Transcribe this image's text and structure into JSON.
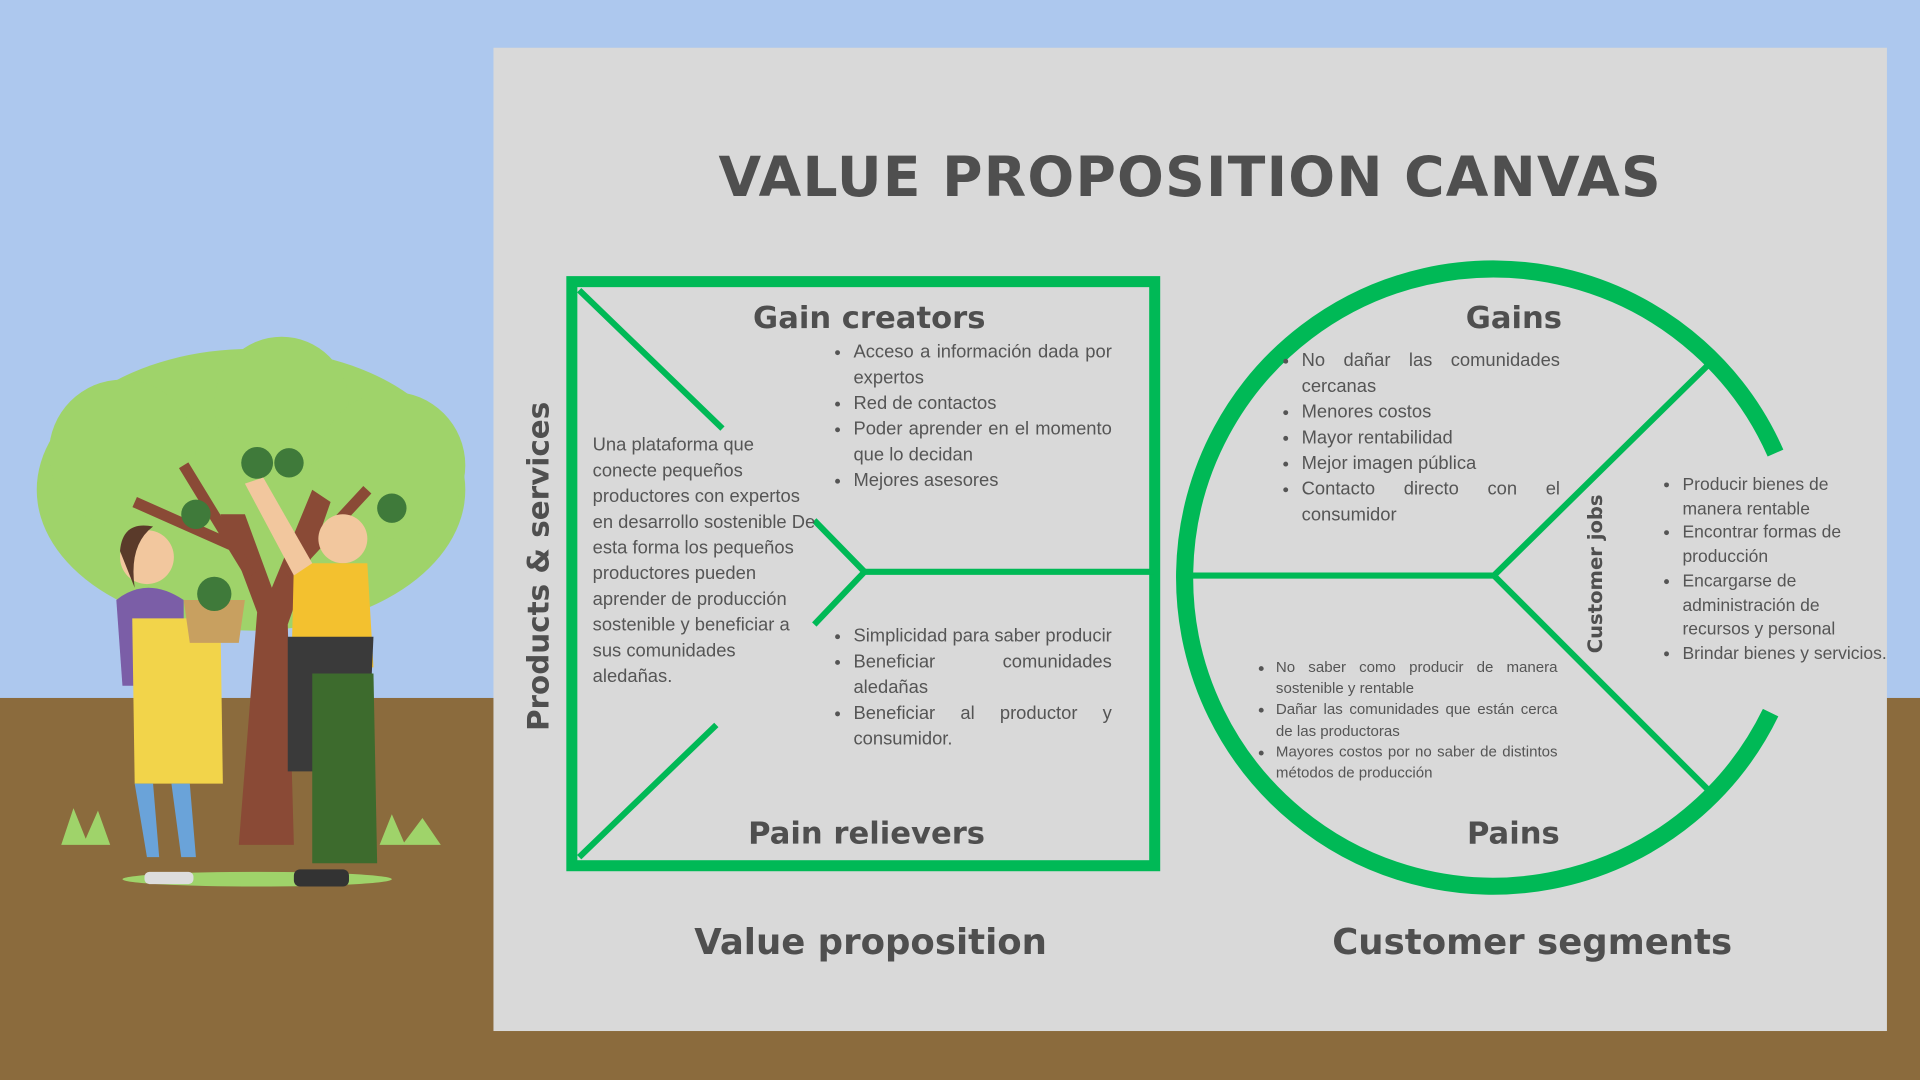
{
  "title": "VALUE PROPOSITION CANVAS",
  "colors": {
    "accent": "#00b956",
    "panel": "#d9d9d9",
    "sky": "#adc8ee",
    "ground": "#8b6b3d",
    "text": "#555555"
  },
  "value_proposition": {
    "label": "Value proposition",
    "products_services": {
      "label": "Products & services",
      "text": "Una plataforma que conecte pequeños productores con expertos en desarrollo sostenible De esta forma los pequeños productores pueden aprender de producción sostenible y beneficiar a sus comunidades aledañas."
    },
    "gain_creators": {
      "label": "Gain creators",
      "items": [
        "Acceso a información dada por expertos",
        "Red de contactos",
        "Poder aprender en el momento que lo decidan",
        "Mejores asesores"
      ]
    },
    "pain_relievers": {
      "label": "Pain relievers",
      "items": [
        "Simplicidad para saber producir",
        "Beneficiar comunidades aledañas",
        "Beneficiar al productor y consumidor."
      ]
    }
  },
  "customer_segments": {
    "label": "Customer segments",
    "gains": {
      "label": "Gains",
      "items": [
        "No dañar las comunidades cercanas",
        "Menores costos",
        "Mayor rentabilidad",
        "Mejor imagen pública",
        "Contacto directo con el consumidor"
      ]
    },
    "pains": {
      "label": "Pains",
      "items": [
        "No saber como producir de manera sostenible y rentable",
        "Dañar las comunidades que están cerca de las productoras",
        "Mayores costos por no saber de distintos métodos de producción"
      ]
    },
    "customer_jobs": {
      "label": "Customer jobs",
      "items": [
        "Producir bienes de manera rentable",
        "Encontrar formas de producción",
        "Encargarse de administración de recursos y personal",
        "Brindar bienes y servicios."
      ]
    }
  }
}
